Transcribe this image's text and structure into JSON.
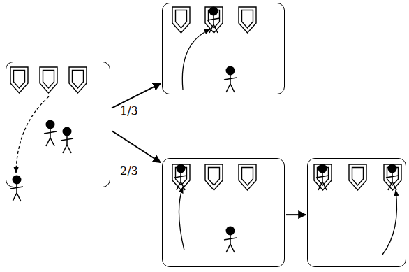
{
  "diagram": {
    "nodes": [
      {
        "text": []
      },
      {
        "text": []
      },
      {
        "text": []
      },
      {
        "text": []
      }
    ],
    "edges": [
      {
        "from": 0,
        "to": 1,
        "arrow": "to",
        "label": "1/3"
      },
      {
        "from": 0,
        "to": 2,
        "arrow": "to",
        "label": "2/3"
      },
      {
        "from": 2,
        "to": 3,
        "arrow": "to"
      }
    ]
  }
}
